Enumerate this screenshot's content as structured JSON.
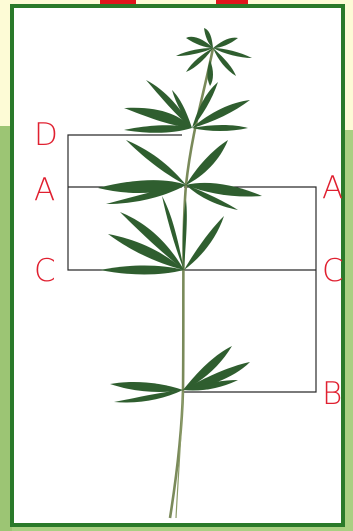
{
  "diagram": {
    "left_labels": [
      "D",
      "A",
      "C"
    ],
    "right_labels": [
      "A",
      "C",
      "B"
    ]
  },
  "colors": {
    "label_red": "#e02030",
    "frame_green": "#2a7a2a",
    "top_band": "#fdfbd6",
    "left_panel": "#a9cf82",
    "leaf_green": "#2f5e2f"
  },
  "icons": [
    "plant-specimen-illustration"
  ]
}
